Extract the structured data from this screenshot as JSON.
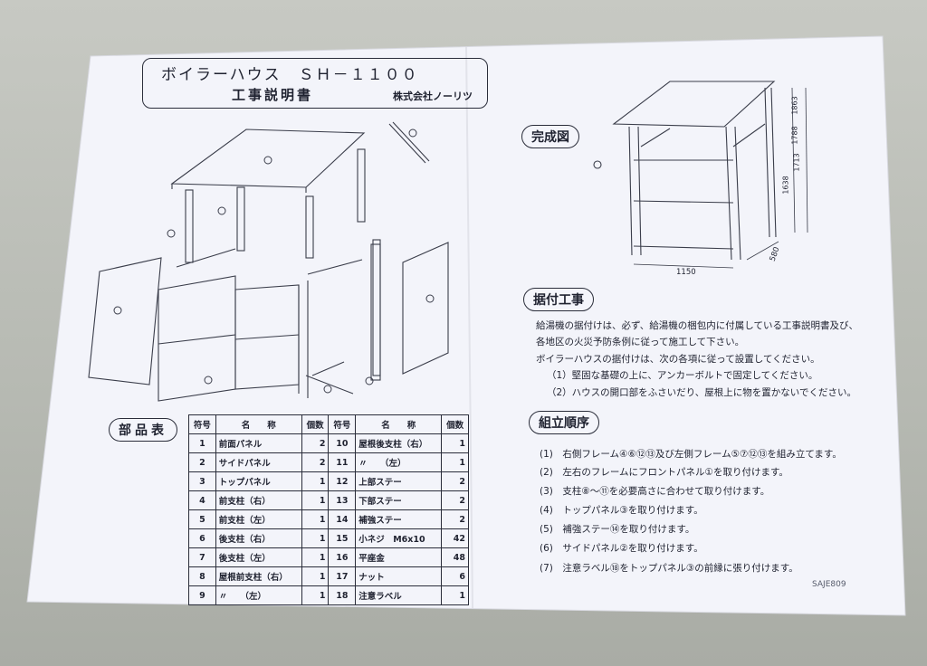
{
  "title": "ボイラーハウス　ＳＨ－１１００",
  "subtitle": "工事説明書",
  "company": "株式会社ノーリツ",
  "sections": {
    "completion": "完成図",
    "installation": "据付工事",
    "parts": "部品表",
    "assembly": "組立順序"
  },
  "dimensions": {
    "width": "1150",
    "depth": "580",
    "h1": "1638",
    "h2": "1713",
    "h3": "1788",
    "h4": "1863"
  },
  "parts_table": {
    "headers": [
      "符号",
      "名　　称",
      "個数",
      "符号",
      "名　　称",
      "個数"
    ],
    "rows": [
      [
        "1",
        "前面パネル",
        "2",
        "10",
        "屋根後支柱（右）",
        "1"
      ],
      [
        "2",
        "サイドパネル",
        "2",
        "11",
        "〃　　（左）",
        "1"
      ],
      [
        "3",
        "トップパネル",
        "1",
        "12",
        "上部ステー",
        "2"
      ],
      [
        "4",
        "前支柱（右）",
        "1",
        "13",
        "下部ステー",
        "2"
      ],
      [
        "5",
        "前支柱（左）",
        "1",
        "14",
        "補強ステー",
        "2"
      ],
      [
        "6",
        "後支柱（右）",
        "1",
        "15",
        "小ネジ　M6x10",
        "42"
      ],
      [
        "7",
        "後支柱（左）",
        "1",
        "16",
        "平座金",
        "48"
      ],
      [
        "8",
        "屋根前支柱（右）",
        "1",
        "17",
        "ナット",
        "6"
      ],
      [
        "9",
        "〃　　（左）",
        "1",
        "18",
        "注意ラベル",
        "1"
      ]
    ]
  },
  "installation_text": [
    "給湯機の据付けは、必ず、給湯機の梱包内に付属している工事説明書及び、",
    "各地区の火災予防条例に従って施工して下さい。",
    "ボイラーハウスの据付けは、次の各項に従って設置してください。",
    "（1）堅固な基礎の上に、アンカーボルトで固定してください。",
    "（2）ハウスの開口部をふさいだり、屋根上に物を置かないでください。"
  ],
  "assembly_steps": [
    "(1)　右側フレーム④⑥⑫⑬及び左側フレーム⑤⑦⑫⑬を組み立てます。",
    "(2)　左右のフレームにフロントパネル①を取り付けます。",
    "(3)　支柱⑧～⑪を必要高さに合わせて取り付けます。",
    "(4)　トップパネル③を取り付けます。",
    "(5)　補強ステー⑭を取り付けます。",
    "(6)　サイドパネル②を取り付けます。",
    "(7)　注意ラベル⑱をトップパネル③の前縁に張り付けます。"
  ],
  "code": "SAJE809"
}
